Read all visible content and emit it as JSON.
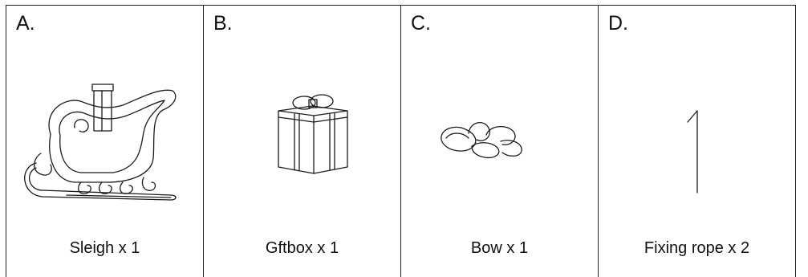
{
  "parts": [
    {
      "letter": "A.",
      "caption": "Sleigh  x 1",
      "icon": "sleigh-icon"
    },
    {
      "letter": "B.",
      "caption": "Gftbox  x 1",
      "icon": "giftbox-icon"
    },
    {
      "letter": "C.",
      "caption": "Bow x 1",
      "icon": "bow-icon"
    },
    {
      "letter": "D.",
      "caption": "Fixing rope x 2",
      "icon": "rope-icon"
    }
  ]
}
